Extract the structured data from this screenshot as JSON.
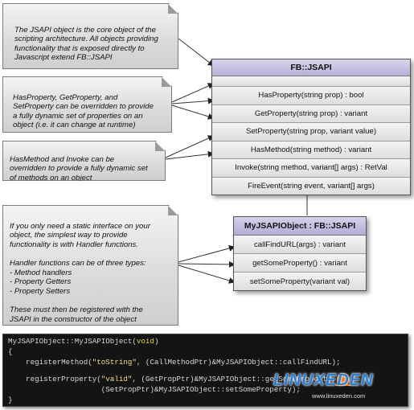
{
  "notes": [
    "The JSAPI object is the core object of the\nscripting architecture.  All objects providing\nfunctionality that is exposed directly to\nJavascript extend FB::JSAPI",
    "HasProperty, GetProperty, and\nSetProperty can be overridden to provide\na fully dynamic set of properties on an\nobject (i.e. it can change at runtime)",
    "HasMethod and Invoke can be\noverridden to provide a fully dynamic set\nof methods on an object",
    "If you only need a static interface on your\nobject, the simplest way to provide\nfunctionality is with Handler functions.\n\nHandler functions can be of three types:\n - Method handlers\n - Property Getters\n - Property Setters\n\nThese must then be registered with the\nJSAPI in the constructor of the object"
  ],
  "fbjsapi": {
    "title": "FB::JSAPI",
    "methods": [
      "HasProperty(string prop) : bool",
      "GetProperty(string prop) : variant",
      "SetProperty(string prop, variant value)",
      "HasMethod(string method) : variant",
      "Invoke(string method, variant[] args) : RetVal",
      "FireEvent(string event, variant[] args)"
    ]
  },
  "myjsapi": {
    "title": "MyJSAPIObject : FB::JSAPI",
    "methods": [
      "callFindURL(args) : variant",
      "getSomeProperty() : variant",
      "setSomeProperty(variant val)"
    ]
  },
  "code": {
    "l1a": "MyJSAPIObject::MyJSAPIObject(",
    "l1kw": "void",
    "l1b": ")",
    "l2": "{",
    "l3a": "    registerMethod(",
    "l3str": "\"toString\"",
    "l3b": ", (CallMethodPtr)&MyJSAPIObject::callFindURL);",
    "l4a": "    registerProperty(",
    "l4str": "\"valid\"",
    "l4b": ", (GetPropPtr)&MyJSAPIObject::getSomeProperty,",
    "l5": "                     (SetPropPtr)&MyJSAPIObject::setSomeProperty);",
    "l6": "}"
  },
  "watermark": {
    "text": "LINUXEDEN",
    "sub": "www.linuxeden.com"
  },
  "colors": {
    "class_header": "#c4bce0",
    "note_fill": "#dcdcdc",
    "code_bg": "#141414",
    "keyword": "#e8d24a",
    "watermark_blue": "#2a7fd8",
    "watermark_orange": "#f07a1a"
  }
}
